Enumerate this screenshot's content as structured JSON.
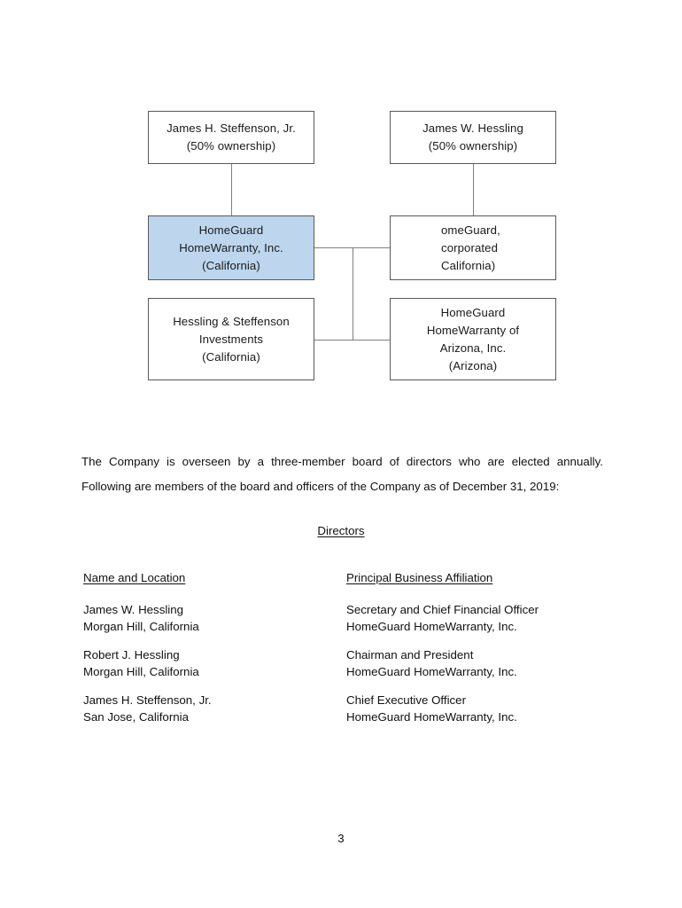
{
  "org_chart": {
    "boxes": [
      {
        "id": "steffenson",
        "lines": [
          "James H. Steffenson, Jr.",
          "(50% ownership)"
        ],
        "fill": "#ffffff"
      },
      {
        "id": "hessling",
        "lines": [
          "James W. Hessling",
          "(50% ownership)"
        ],
        "fill": "#ffffff"
      },
      {
        "id": "homeguard-ca",
        "lines": [
          "HomeGuard",
          "HomeWarranty, Inc.",
          "(California)"
        ],
        "fill": "#bdd6ee"
      },
      {
        "id": "homeguard-inc",
        "lines": [
          "omeGuard,",
          "corporated",
          "California)"
        ],
        "fill": "#ffffff"
      },
      {
        "id": "hessling-steffenson",
        "lines": [
          "Hessling & Steffenson",
          "Investments",
          "(California)"
        ],
        "fill": "#ffffff"
      },
      {
        "id": "homeguard-az",
        "lines": [
          "HomeGuard",
          "HomeWarranty of",
          "Arizona, Inc.",
          "(Arizona)"
        ],
        "fill": "#ffffff"
      }
    ]
  },
  "body": {
    "paragraph": "The Company is overseen by a three-member board of directors who are elected annually. Following are members of the board and officers of the Company as of December 31, 2019:",
    "directors_heading": "Directors"
  },
  "directors_table": {
    "headers": {
      "name_location": "Name and Location",
      "affiliation": "Principal Business Affiliation"
    },
    "rows": [
      {
        "name": "James W. Hessling",
        "location": "Morgan Hill, California",
        "title": "Secretary and Chief Financial Officer",
        "company": "HomeGuard HomeWarranty, Inc."
      },
      {
        "name": "Robert J. Hessling",
        "location": "Morgan Hill, California",
        "title": "Chairman and President",
        "company": "HomeGuard HomeWarranty, Inc."
      },
      {
        "name": "James H. Steffenson, Jr.",
        "location": "San Jose, California",
        "title": "Chief Executive Officer",
        "company": "HomeGuard HomeWarranty, Inc."
      }
    ]
  },
  "footer": {
    "page_number": "3"
  },
  "colors": {
    "highlight_fill": "#bdd6ee",
    "box_border": "#595959",
    "connector": "#7f7f7f",
    "text": "#111111"
  }
}
